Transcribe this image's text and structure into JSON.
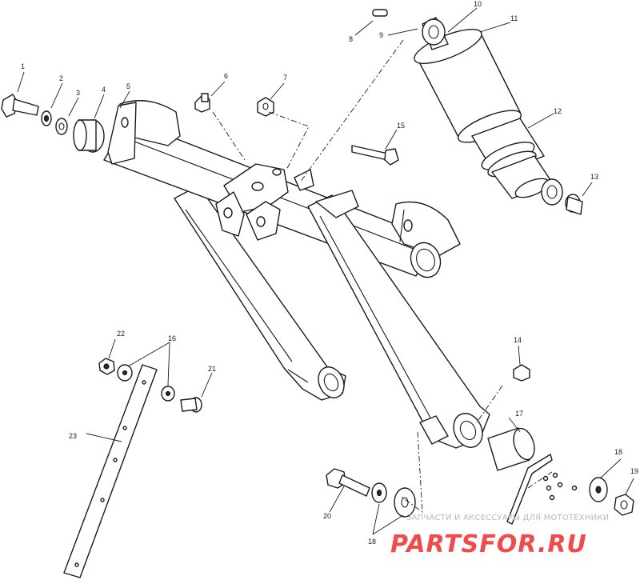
{
  "diagram": {
    "callouts": {
      "c1": "1",
      "c2": "2",
      "c3": "3",
      "c4": "4",
      "c5": "5",
      "c6": "6",
      "c7": "7",
      "c8": "8",
      "c9": "9",
      "c10": "10",
      "c11": "11",
      "c12": "12",
      "c13": "13",
      "c14": "14",
      "c15": "15",
      "c16": "16",
      "c17": "17",
      "c18a": "18",
      "c18b": "18",
      "c19": "19",
      "c20": "20",
      "c21": "21",
      "c22": "22",
      "c23": "23"
    }
  },
  "watermark": {
    "caption": "ЗАПЧАСТИ И АКСЕССУАРЫ ДЛЯ МОТОТЕХНИКИ",
    "logo": "PARTSFOR.RU"
  }
}
